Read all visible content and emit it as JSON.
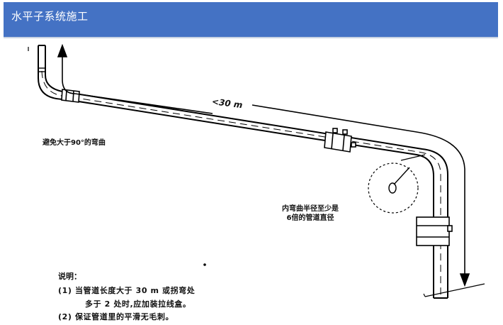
{
  "header": {
    "title": "水平子系统施工",
    "background": "#4472c4"
  },
  "diagram": {
    "length_label": "<30 m",
    "bend_note": "避免大于90°的弯曲",
    "radius_note_line1": "内弯曲半径至少是",
    "radius_note_line2": "6倍的管道直径"
  },
  "notes": {
    "title": "说明：",
    "item1_line1": "(1) 当管道长度大于 30 m 或拐弯处",
    "item1_line2": "多于 2 处时,应加装拉线盒。",
    "item2": "(2) 保证管道里的平滑无毛刺。"
  }
}
